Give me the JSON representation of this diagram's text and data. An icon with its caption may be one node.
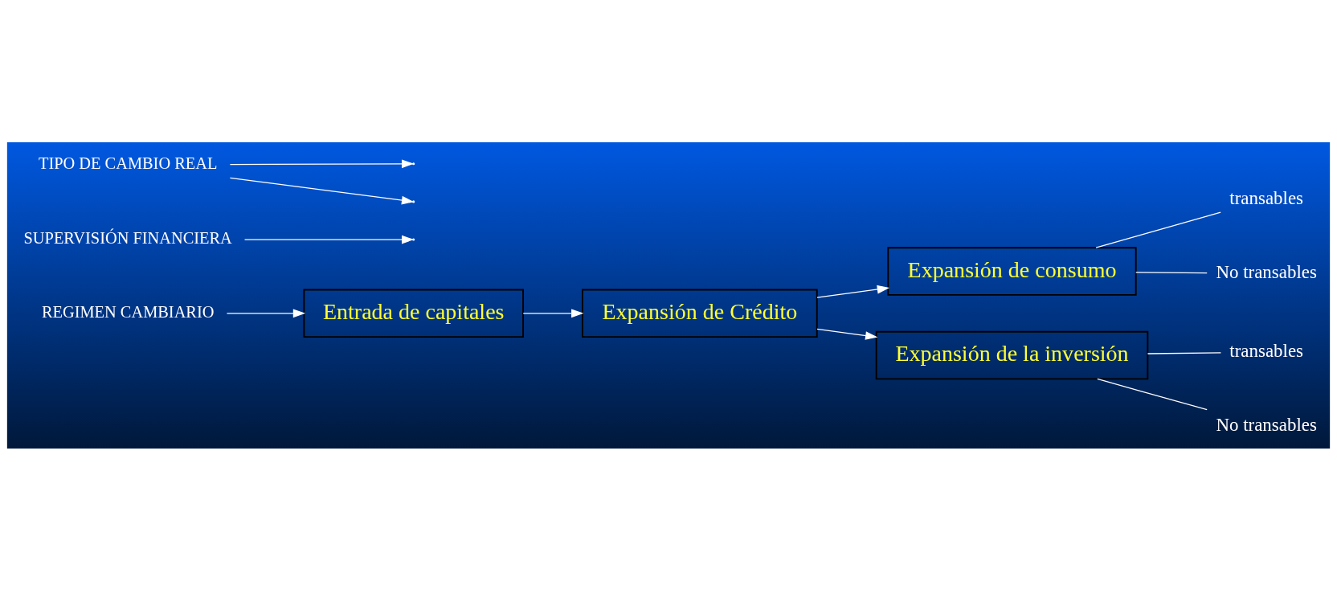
{
  "diagram": {
    "nodes": [
      {
        "text": [
          "Entrada de capitales"
        ]
      },
      {
        "text": [
          "Expansión de Crédito"
        ]
      },
      {
        "text": [
          "Expansión de consumo"
        ]
      },
      {
        "text": [
          "Expansión de la inversión"
        ]
      },
      {
        "text": [
          "transables"
        ]
      },
      {
        "text": [
          "No transables"
        ]
      },
      {
        "text": [
          "transables"
        ]
      },
      {
        "text": [
          "No transables"
        ]
      },
      {
        "text": [
          "REGIMEN CAMBIARIO"
        ]
      },
      {
        "text": [
          "SUPERVISIÓN FINANCIERA"
        ]
      },
      {
        "text": [
          "TIPO DE CAMBIO REAL"
        ]
      }
    ],
    "edges": [
      {
        "from": 0,
        "to": 1,
        "arrow": "to"
      },
      {
        "from": 1,
        "to": 2,
        "arrow": "to"
      },
      {
        "from": 1,
        "to": 3,
        "arrow": "to"
      },
      {
        "from": 8,
        "to": 0,
        "arrow": "to"
      },
      {
        "from": 9,
        "to": null,
        "arrow": "to"
      },
      {
        "from": 2,
        "to": 4,
        "arrow": "none"
      },
      {
        "from": 2,
        "to": 5,
        "arrow": "none"
      },
      {
        "from": 3,
        "to": 6,
        "arrow": "none"
      },
      {
        "from": 3,
        "to": 7,
        "arrow": "none"
      },
      {
        "from": 10,
        "to": null,
        "arrow": "to"
      },
      {
        "from": 10,
        "to": null,
        "arrow": "to"
      }
    ]
  }
}
